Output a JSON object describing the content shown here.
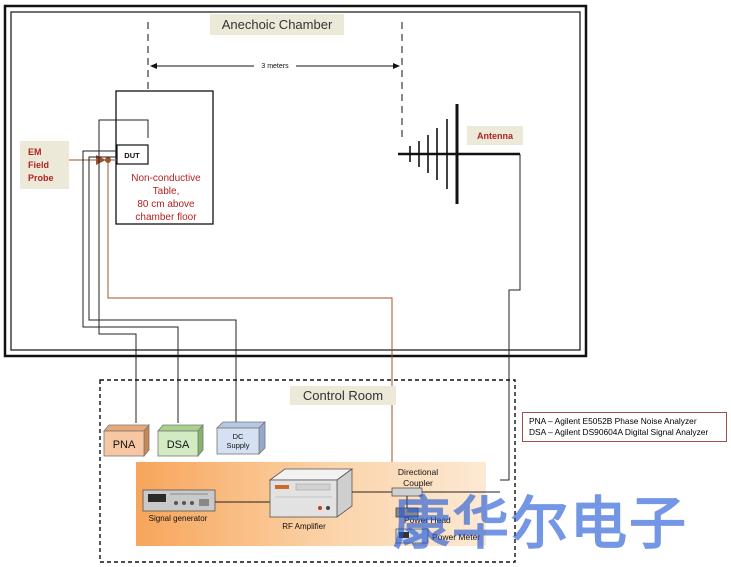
{
  "chamber": {
    "title": "Anechoic Chamber",
    "distance": "3 meters"
  },
  "dut": {
    "label": "DUT",
    "table": [
      "Non-conductive",
      "Table,",
      "80 cm above",
      "chamber floor"
    ]
  },
  "probe": {
    "lines": [
      "EM",
      "Field",
      "Probe"
    ]
  },
  "antenna": {
    "label": "Antenna"
  },
  "control_room": {
    "title": "Control Room"
  },
  "instruments": {
    "pna": "PNA",
    "dsa": "DSA",
    "dc_supply": [
      "DC",
      "Supply"
    ],
    "signal_generator": "Signal generator",
    "rf_amplifier": "RF Amplifier",
    "directional_coupler": [
      "Directional",
      "Coupler"
    ],
    "power_head": "Power Head",
    "power_meter": "Power Meter"
  },
  "legend": [
    "PNA – Agilent E5052B Phase Noise Analyzer",
    "DSA – Agilent DS90604A Digital Signal Analyzer"
  ],
  "watermark": "康华尔电子",
  "colors": {
    "label_bg": "#ece9d8",
    "probe_text": "#b22222",
    "red_cable": "#a0522d",
    "pna_fill": "#f7c7a4",
    "dsa_fill": "#d3ebc3",
    "dc_fill": "#d5e0f2",
    "rf_band": "#f6a45c",
    "watermark": "#1f57d6"
  }
}
